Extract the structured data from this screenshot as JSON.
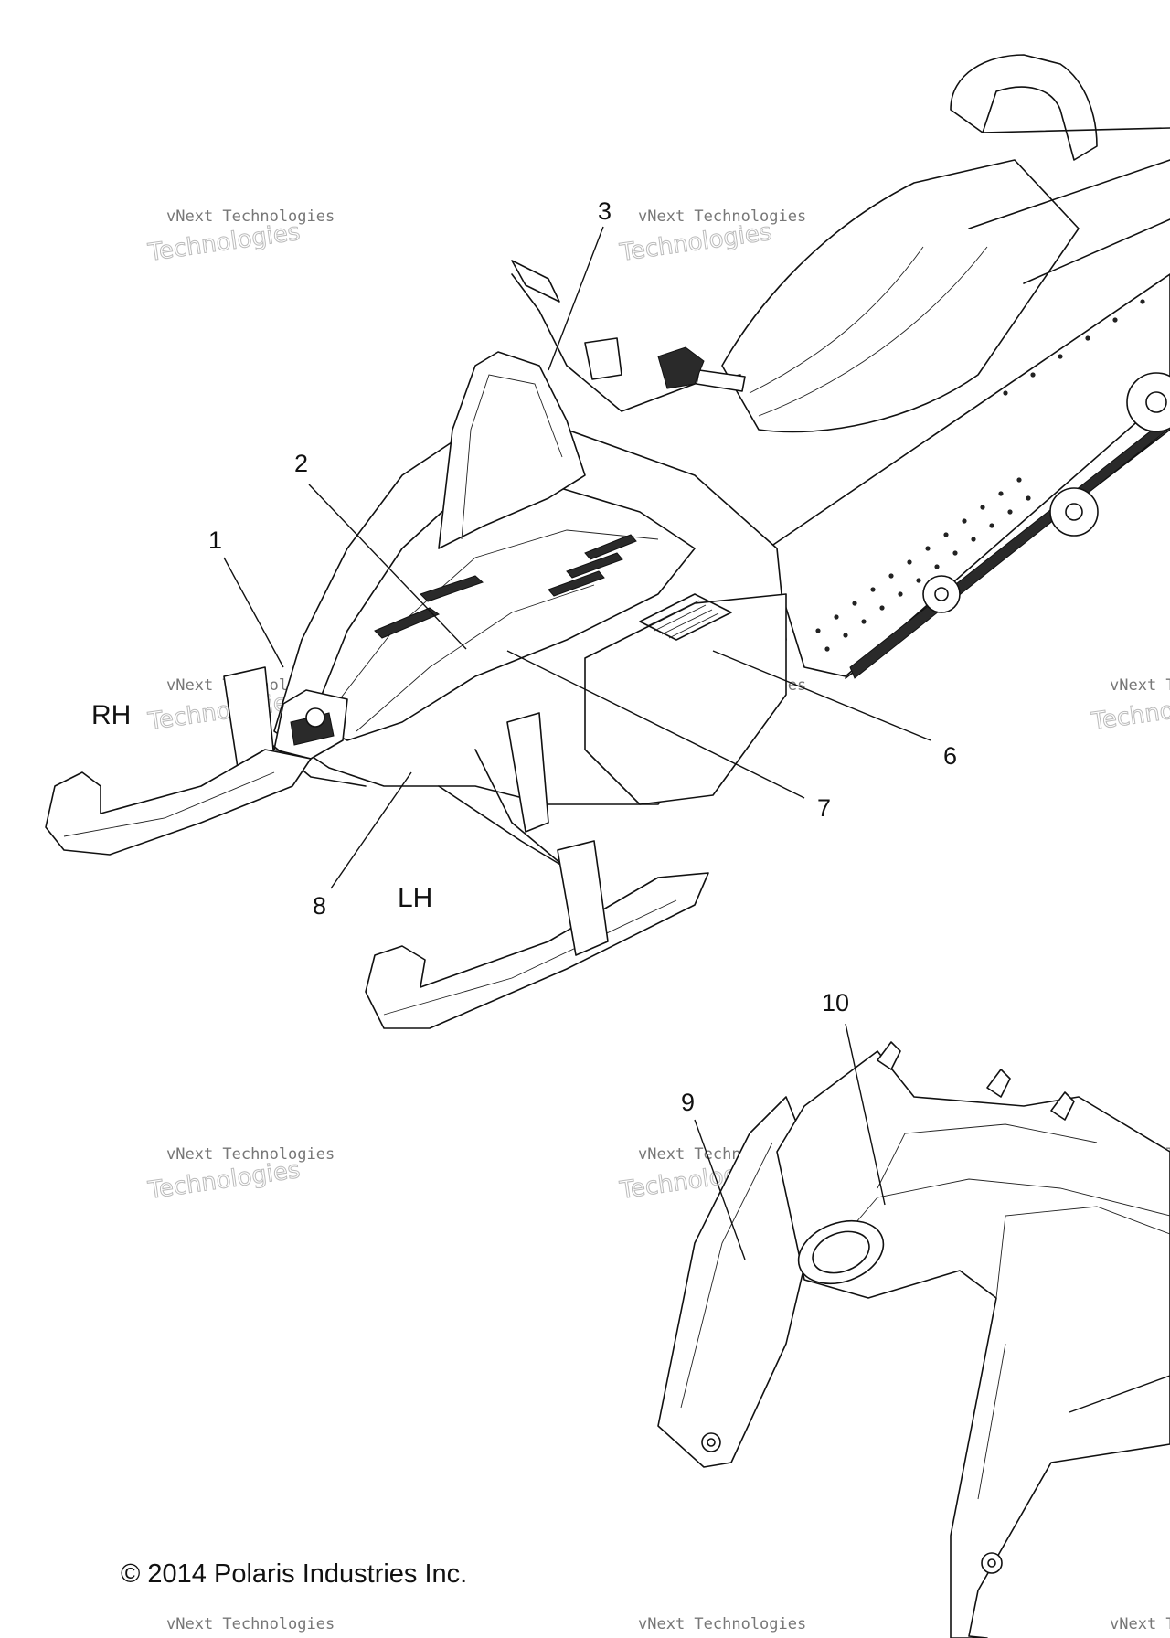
{
  "callouts": [
    {
      "id": "1",
      "text": "1"
    },
    {
      "id": "2",
      "text": "2"
    },
    {
      "id": "3",
      "text": "3"
    },
    {
      "id": "6",
      "text": "6"
    },
    {
      "id": "7",
      "text": "7"
    },
    {
      "id": "8",
      "text": "8"
    },
    {
      "id": "9",
      "text": "9"
    },
    {
      "id": "10",
      "text": "10"
    }
  ],
  "side_labels": {
    "right": "RH",
    "left": "LH"
  },
  "watermark": {
    "line1": "vNext Technologies",
    "line2": "Technologies"
  },
  "copyright": "© 2014 Polaris Industries Inc."
}
